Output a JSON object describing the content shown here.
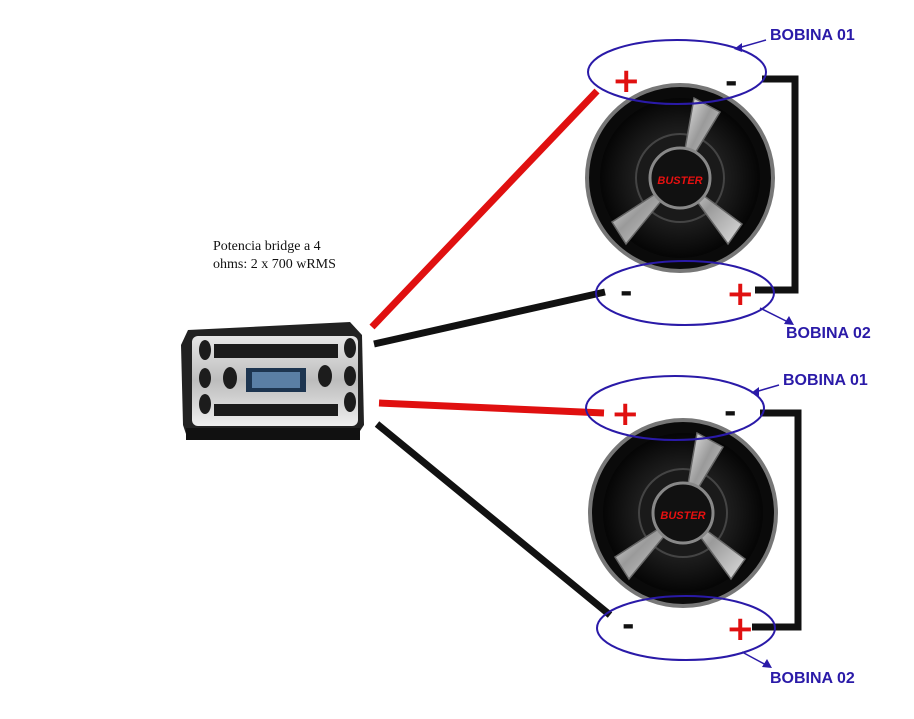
{
  "amplifier": {
    "caption_line1": "Potencia bridge a 4",
    "caption_line2": "ohms: 2 x 700 wRMS"
  },
  "speakers": [
    {
      "coil_top_label": "BOBINA 01",
      "coil_bottom_label": "BOBINA 02",
      "brand": "BUSTER"
    },
    {
      "coil_top_label": "BOBINA 01",
      "coil_bottom_label": "BOBINA 02",
      "brand": "BUSTER"
    }
  ],
  "terminals": {
    "positive": "+",
    "negative": "-"
  },
  "colors": {
    "positive_wire": "#e01010",
    "negative_wire": "#111111",
    "coil_outline": "#2a1aa8",
    "label_text": "#2a1aa8"
  }
}
